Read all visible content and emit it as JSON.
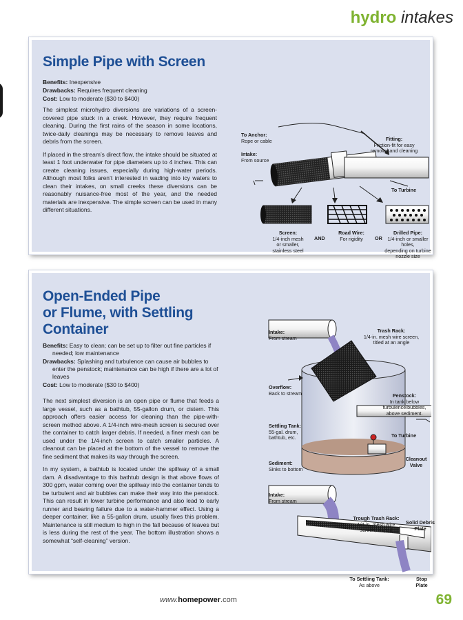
{
  "header": {
    "hydro": "hydro",
    "intakes": "intakes"
  },
  "section1": {
    "title": "Simple Pipe with Screen",
    "benefits_label": "Benefits:",
    "benefits": "Inexpensive",
    "drawbacks_label": "Drawbacks:",
    "drawbacks": "Requires frequent cleaning",
    "cost_label": "Cost:",
    "cost": "Low to moderate ($30 to $400)",
    "para1": "The simplest microhydro diversions are variations of a screen-covered pipe stuck in a creek. However, they require frequent cleaning. During the first rains of the season in some locations, twice-daily cleanings may be necessary to remove leaves and debris from the screen.",
    "para2": "If placed in the stream’s direct flow, the intake should be situated at least 1 foot underwater for pipe diameters up to 4 inches. This can create cleaning issues, especially during high-water periods. Although most folks aren’t interested in wading into icy waters to clean their intakes, on small creeks these diversions can be reasonably nuisance-free most of the year, and the needed materials are inexpensive. The simple screen can be used in many different situations.",
    "diagram": {
      "anchor_title": "To Anchor:",
      "anchor_text": "Rope or cable",
      "intake_title": "Intake:",
      "intake_text": "From source",
      "fitting_title": "Fitting:",
      "fitting_text1": "Friction-fit for easy",
      "fitting_text2": "removal and cleaning",
      "turbine": "To Turbine",
      "screen_title": "Screen:",
      "screen_text1": "1/4-inch mesh",
      "screen_text2": "or smaller,",
      "screen_text3": "stainless steel",
      "and": "AND",
      "roadwire_title": "Road Wire:",
      "roadwire_text": "For rigidity",
      "or": "OR",
      "drilled_title": "Drilled Pipe:",
      "drilled_text1": "1/4-inch or smaller holes,",
      "drilled_text2": "depending on turbine",
      "drilled_text3": "nozzle size"
    }
  },
  "section2": {
    "title_line1": "Open-Ended Pipe",
    "title_line2": "or Flume, with Settling",
    "title_line3": "Container",
    "benefits_label": "Benefits:",
    "benefits": "Easy to clean; can be set up to filter out fine particles if needed; low maintenance",
    "drawbacks_label": "Drawbacks:",
    "drawbacks": "Splashing and turbulence can cause air bubbles to enter the penstock; maintenance can be high if there are a lot of leaves",
    "cost_label": "Cost:",
    "cost": "Low to moderate ($30 to $400)",
    "para1": "The next simplest diversion is an open pipe or flume that feeds a large vessel, such as a bathtub, 55-gallon drum, or cistern. This approach offers easier access for cleaning than the pipe-with-screen method above. A 1/4-inch wire-mesh screen is secured over the container to catch larger debris. If needed, a finer mesh can be used under the 1/4-inch screen to catch smaller particles. A cleanout can be placed at the bottom of the vessel to remove the fine sediment that makes its way through the screen.",
    "para2": "In my system, a bathtub is located under the spillway of a small dam. A disadvantage to this bathtub design is that above flows of 300 gpm, water coming over the spillway into the container tends to be turbulent and air bubbles can make their way into the penstock. This can result in lower turbine performance and also lead to early runner and bearing failure due to a water-hammer effect. Using a deeper container, like a 55-gallon drum, usually fixes this problem. Maintenance is still medium to high in the fall because of leaves but is less during the rest of the year. The bottom illustration shows a somewhat “self-cleaning” version.",
    "diagram_top": {
      "intake_title": "Intake:",
      "intake_text": "From stream",
      "rack_title": "Trash Rack:",
      "rack_text1": "1/4-in. mesh wire screen,",
      "rack_text2": "titled at an angle",
      "overflow_title": "Overflow:",
      "overflow_text": "Back to stream",
      "penstock_title": "Penstock:",
      "penstock_text1": "In tank below",
      "penstock_text2": "turbulence/bubbles,",
      "penstock_text3": "above sediment.",
      "tank_title": "Settling Tank:",
      "tank_text1": "55-gal. drum,",
      "tank_text2": "bathtub, etc.",
      "turbine": "To Turbine",
      "sediment_title": "Sediment:",
      "sediment_text": "Sinks to bottom",
      "cleanout_title1": "Cleanout",
      "cleanout_title2": "Valve"
    },
    "diagram_bottom": {
      "intake_title": "Intake:",
      "intake_text": "From stream",
      "rack_title": "Trough Trash Rack:",
      "rack_text1": "1/4-in. mesh wire",
      "rack_text2": "screen, sloped",
      "plate_title1": "Solid Debris",
      "plate_title2": "Plate",
      "settling_title": "To Settling Tank:",
      "settling_text": "As above",
      "stop_title1": "Stop",
      "stop_title2": "Plate"
    }
  },
  "footer": {
    "www": "www.",
    "brand": "homepower",
    "com": ".com",
    "page": "69"
  },
  "colors": {
    "accent_green": "#7fb331",
    "title_blue": "#1e4f95",
    "panel_bg": "#dbe0ee",
    "water_purple": "#8e84c4"
  }
}
